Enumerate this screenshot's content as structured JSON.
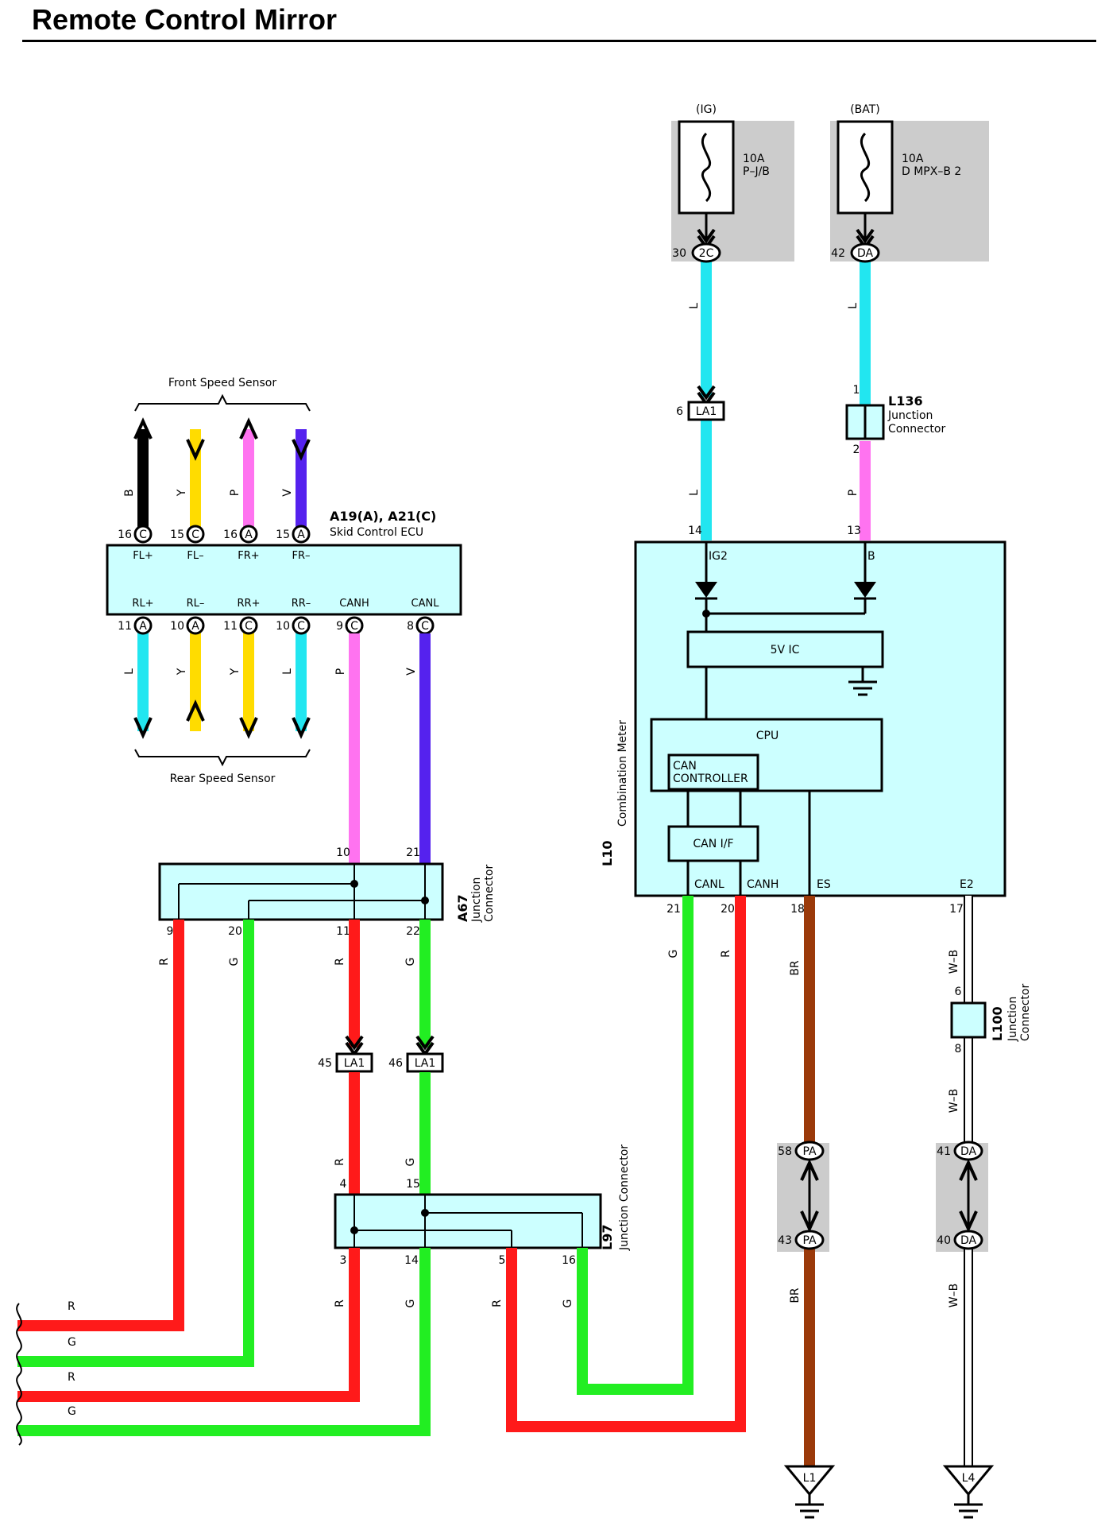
{
  "title": "Remote Control Mirror",
  "power": {
    "ig": {
      "label": "(IG)",
      "rating": "10A",
      "name": "P–J/B",
      "pin": "30",
      "conn": "2C"
    },
    "bat": {
      "label": "(BAT)",
      "rating": "10A",
      "name": "D MPX–B 2",
      "pin": "42",
      "conn": "DA"
    }
  },
  "colors": {
    "L": "#22e6f0",
    "P": "#ff73f0",
    "R": "#ff1a1a",
    "G": "#22ee22",
    "Y": "#ffdc00",
    "V": "#5522ee",
    "B": "#000000",
    "BR": "#9b3a0a",
    "WB": "#ffffff",
    "box_fill": "#ccffff",
    "shade": "#cccccc"
  },
  "skid_ecu": {
    "title": "A19(A), A21(C)",
    "name": "Skid Control ECU",
    "top_pins": [
      {
        "label": "FL+",
        "num": "16",
        "conn": "C",
        "wire": "B"
      },
      {
        "label": "FL–",
        "num": "15",
        "conn": "C",
        "wire": "Y"
      },
      {
        "label": "FR+",
        "num": "16",
        "conn": "A",
        "wire": "P"
      },
      {
        "label": "FR–",
        "num": "15",
        "conn": "A",
        "wire": "V"
      }
    ],
    "bottom_pins": [
      {
        "label": "RL+",
        "num": "11",
        "conn": "A",
        "wire": "L"
      },
      {
        "label": "RL–",
        "num": "10",
        "conn": "A",
        "wire": "Y"
      },
      {
        "label": "RR+",
        "num": "11",
        "conn": "C",
        "wire": "Y"
      },
      {
        "label": "RR–",
        "num": "10",
        "conn": "C",
        "wire": "L"
      },
      {
        "label": "CANH",
        "num": "9",
        "conn": "C",
        "wire": "P"
      },
      {
        "label": "CANL",
        "num": "8",
        "conn": "C",
        "wire": "V"
      }
    ]
  },
  "front_sensor": "Front Speed Sensor",
  "rear_sensor": "Rear Speed Sensor",
  "a67": {
    "id": "A67",
    "name": "Junction\nConnector",
    "top": [
      "10",
      "21"
    ],
    "bottom": [
      "9",
      "20",
      "11",
      "22"
    ]
  },
  "la1_ig": {
    "pin": "6",
    "conn": "LA1"
  },
  "la1_l": {
    "pin": "45",
    "conn": "LA1"
  },
  "la1_r": {
    "pin": "46",
    "conn": "LA1"
  },
  "l136": {
    "id": "L136",
    "name": "Junction\nConnector",
    "in_pin": "1",
    "out_pin": "2"
  },
  "meter": {
    "id": "L10",
    "name": "Combination Meter",
    "pins_top": [
      {
        "num": "14",
        "label": "IG2"
      },
      {
        "num": "13",
        "label": "B"
      }
    ],
    "ic": "5V IC",
    "cpu": "CPU",
    "can_controller": "CAN\nCONTROLLER",
    "can_if": "CAN I/F",
    "pins_bottom": [
      {
        "num": "21",
        "label": "CANL"
      },
      {
        "num": "20",
        "label": "CANH"
      },
      {
        "num": "18",
        "label": "ES"
      },
      {
        "num": "17",
        "label": "E2"
      }
    ]
  },
  "l97": {
    "id": "L97",
    "name": "Junction Connector",
    "top": [
      "4",
      "15"
    ],
    "bottom": [
      "3",
      "14",
      "5",
      "16"
    ]
  },
  "l100": {
    "id": "L100",
    "name": "Junction\nConnector",
    "in_pin": "6",
    "out_pin": "8"
  },
  "pa": {
    "top_pin": "58",
    "bottom_pin": "43",
    "conn": "PA"
  },
  "da": {
    "top_pin": "41",
    "bottom_pin": "40",
    "conn": "DA"
  },
  "grounds": [
    "L1",
    "L4"
  ],
  "wire_labels": {
    "L": "L",
    "P": "P",
    "R": "R",
    "G": "G",
    "Y": "Y",
    "V": "V",
    "B": "B",
    "BR": "BR",
    "WB": "W–B"
  }
}
